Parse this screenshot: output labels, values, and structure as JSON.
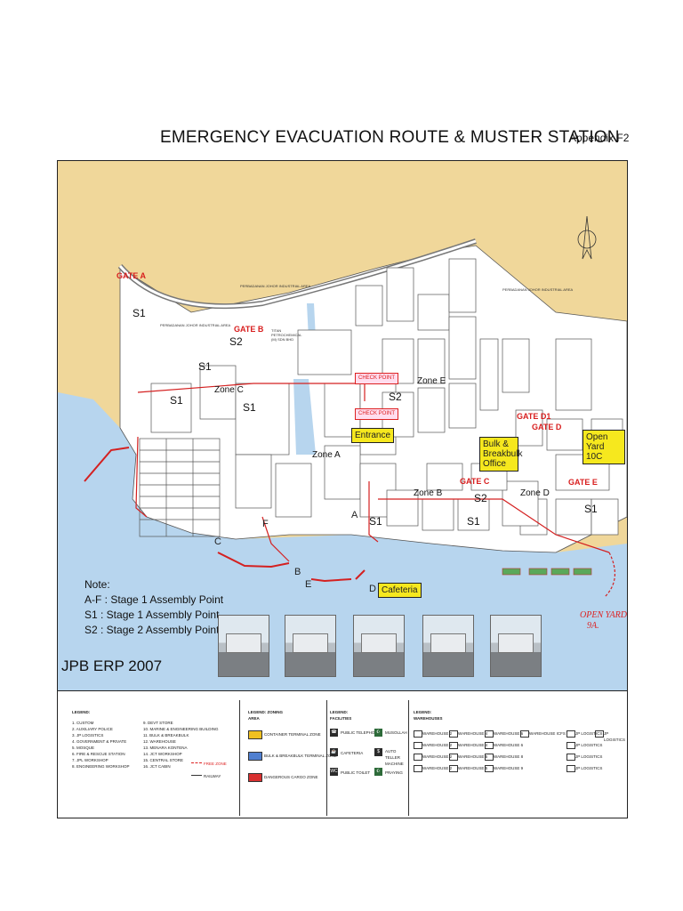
{
  "title": "EMERGENCY EVACUATION ROUTE & MUSTER STATION",
  "appendix": "Appendix F2",
  "map": {
    "colors": {
      "land": "#f0d79a",
      "sea": "#b7d5ee",
      "port": "#ffffff",
      "route": "#d42020",
      "entrance": "#f6e81e"
    },
    "gates": [
      "GATE A",
      "GATE B",
      "GATE C",
      "GATE D1",
      "GATE D",
      "GATE E"
    ],
    "zones": [
      "Zone A",
      "Zone B",
      "Zone C",
      "Zone D",
      "Zone E"
    ],
    "points": [
      "S1",
      "S2",
      "S1",
      "S1",
      "S1",
      "S2",
      "S1",
      "S2",
      "S1",
      "S1"
    ],
    "boxes": {
      "entrance": "Entrance",
      "checkpoint1": "CHECK POINT",
      "checkpoint2": "CHECK POINT",
      "bulk": "Bulk & Breakbulk Office",
      "openyard": "Open Yard 10C",
      "cafeteria": "Cafeteria"
    },
    "jetty_letters": [
      "A",
      "B",
      "C",
      "D",
      "E",
      "F"
    ],
    "area_labels": {
      "north": "PERBADANAN JOHOR INDUSTRIAL AREA",
      "northeast": "PERBADANAN JOHOR INDUSTRIAL AREA",
      "west": "PERBADANAN JOHOR INDUSTRIAL AREA",
      "titan": "TITAN PETROCHEMICAL (M) SDN BHD"
    },
    "note": {
      "heading": "Note:",
      "lines": [
        "A-F : Stage 1 Assembly Point",
        "S1  : Stage 1 Assembly Point",
        "S2  : Stage 2 Assembly Point"
      ]
    },
    "erp": "JPB ERP 2007",
    "hand_note": [
      "OPEN YARD",
      "9A."
    ]
  },
  "legend": {
    "heading1": "LEGEND:",
    "col1": [
      "1. CUSTOM",
      "2. AUXILIARY POLICE",
      "3. JP LOGISTICS",
      "4. GOVERNMENT & PRIVATE",
      "5. MOSQUE",
      "6. FIRE & RESCUE STATION",
      "7. JPL WORKSHOP",
      "8. ENGINEERING WORKSHOP"
    ],
    "col2": [
      "9. DEVT STORE",
      "10. MARINE & ENGINEERING BUILDING",
      "11. BULK & BREAKBULK",
      "12. WAREHOUSE",
      "13. MENARA KONTENA",
      "14. JCT WORKSHOP",
      "15. CENTRAL STORE",
      "16. JCT CABIN"
    ],
    "freezone": "FREE ZONE",
    "railway": "RAILWAY",
    "heading2": "LEGEND: ZONING AREA",
    "zoning": [
      {
        "label": "CONTAINER TERMINAL ZONE",
        "color": "#f0c020"
      },
      {
        "label": "BULK & BREAKBULK TERMINAL ZONE",
        "color": "#4f7fd0"
      },
      {
        "label": "DANGEROUS CARGO ZONE",
        "color": "#d83030"
      }
    ],
    "heading3": "LEGEND: FACILITIES",
    "facilities": [
      "PUBLIC TELEPHONE",
      "CAFETERIA",
      "PUBLIC TOILET",
      "MUSOLLAH",
      "AUTO TELLER MACHINE",
      "PRAYING"
    ],
    "heading4": "LEGEND: WAREHOUSES",
    "warehouses": [
      "WAREHOUSE 2",
      "WAREHOUSE 2",
      "WAREHOUSE 2",
      "WAREHOUSE 2",
      "WAREHOUSE 4",
      "WAREHOUSE 4",
      "WAREHOUSE 5",
      "WAREHOUSE 5",
      "WAREHOUSE 6",
      "WAREHOUSE 6",
      "WAREHOUSE 8",
      "WAREHOUSE 9",
      "WAREHOUSE ICFS",
      "JP LOGISTICS",
      "JP LOGISTICS",
      "JP LOGISTICS",
      "JP LOGISTICS",
      "JP LOGISTICS"
    ]
  }
}
